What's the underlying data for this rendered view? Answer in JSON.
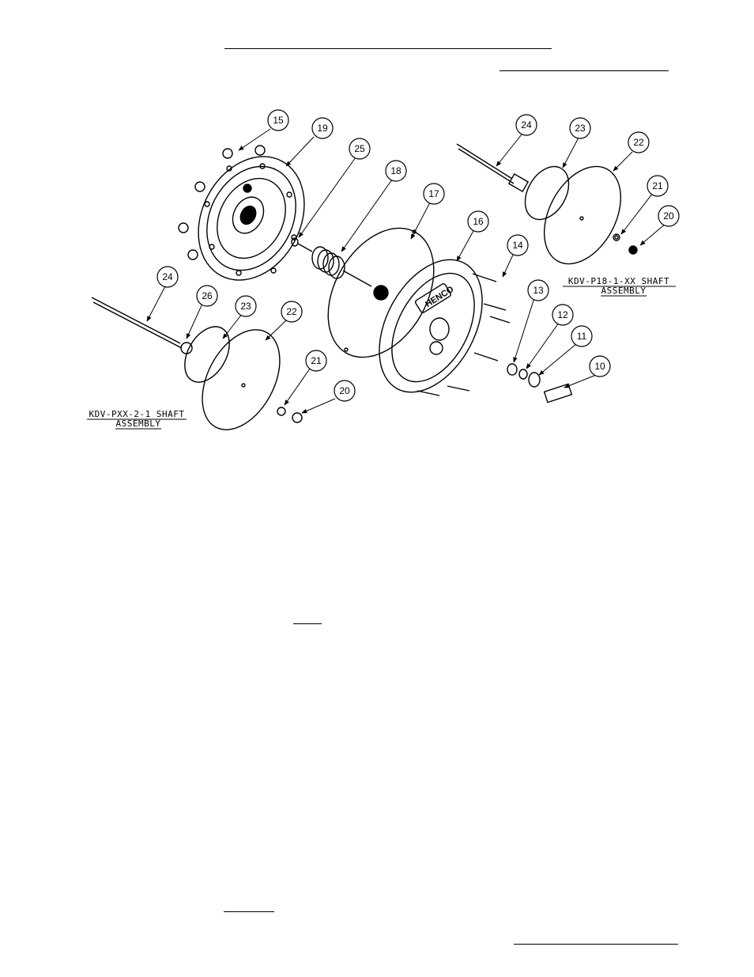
{
  "brand_logo": "HENCO",
  "assembly_labels": {
    "right": {
      "line1": "KDV-P18-1-XX SHAFT",
      "line2": "ASSEMBLY"
    },
    "left": {
      "line1": "KDV-PXX-2-1 SHAFT",
      "line2": "ASSEMBLY"
    }
  },
  "balloons": [
    {
      "id": "b15",
      "text": "15"
    },
    {
      "id": "b19",
      "text": "19"
    },
    {
      "id": "b25",
      "text": "25"
    },
    {
      "id": "b18",
      "text": "18"
    },
    {
      "id": "b17",
      "text": "17"
    },
    {
      "id": "b16",
      "text": "16"
    },
    {
      "id": "b14",
      "text": "14"
    },
    {
      "id": "b13",
      "text": "13"
    },
    {
      "id": "b12",
      "text": "12"
    },
    {
      "id": "b11",
      "text": "11"
    },
    {
      "id": "b10",
      "text": "10"
    },
    {
      "id": "b24a",
      "text": "24"
    },
    {
      "id": "b23a",
      "text": "23"
    },
    {
      "id": "b22a",
      "text": "22"
    },
    {
      "id": "b21a",
      "text": "21"
    },
    {
      "id": "b20a",
      "text": "20"
    },
    {
      "id": "b24b",
      "text": "24"
    },
    {
      "id": "b26",
      "text": "26"
    },
    {
      "id": "b23b",
      "text": "23"
    },
    {
      "id": "b22b",
      "text": "22"
    },
    {
      "id": "b21b",
      "text": "21"
    },
    {
      "id": "b20b",
      "text": "20"
    }
  ]
}
